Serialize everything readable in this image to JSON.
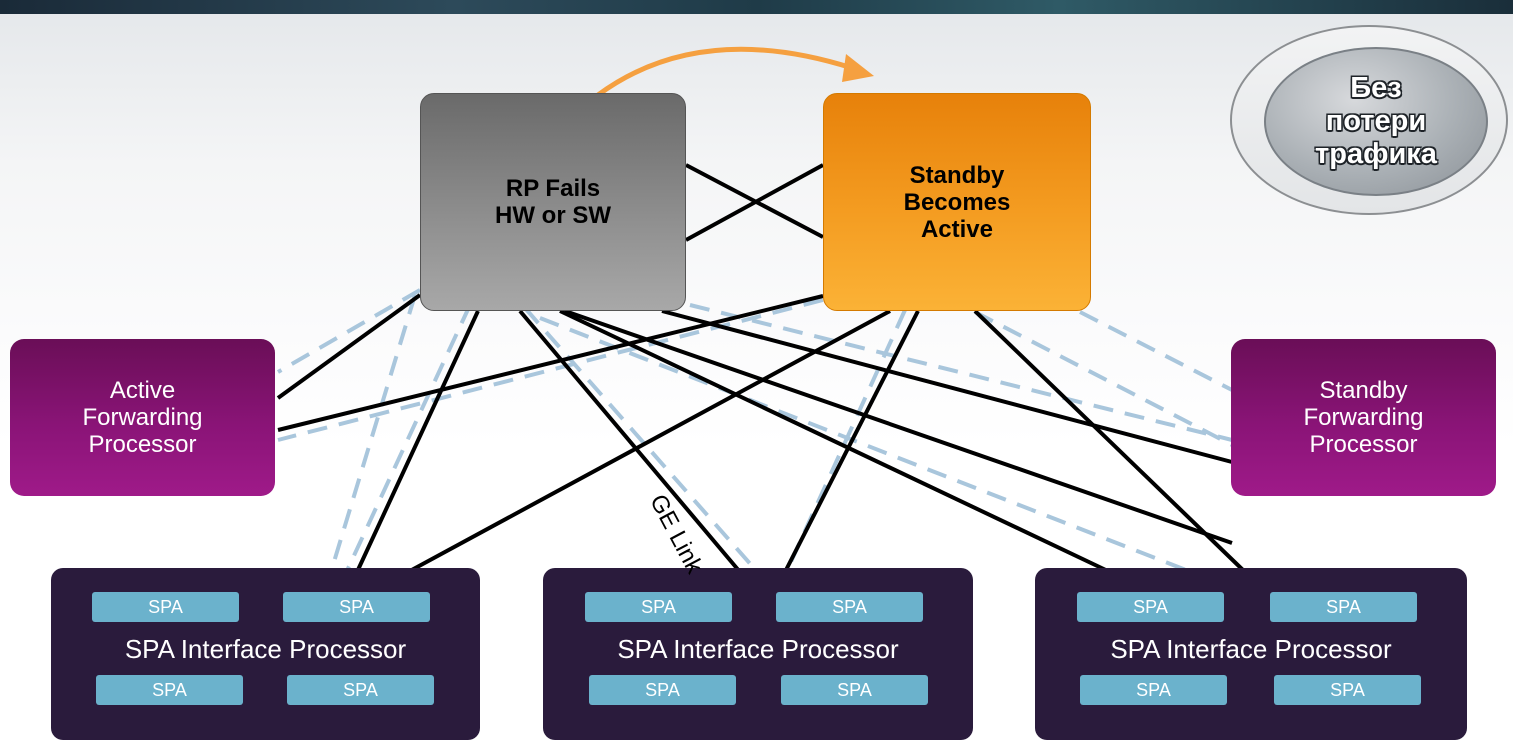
{
  "rp_failed": {
    "line1": "RP Fails",
    "line2": "HW or SW"
  },
  "rp_standby": {
    "line1": "Standby",
    "line2": "Becomes",
    "line3": "Active"
  },
  "fp_active": {
    "line1": "Active",
    "line2": "Forwarding",
    "line3": "Processor"
  },
  "fp_standby": {
    "line1": "Standby",
    "line2": "Forwarding",
    "line3": "Processor"
  },
  "sip_label": "SPA Interface Processor",
  "spa_label": "SPA",
  "link_label": "GE Link",
  "badge": {
    "line1": "Без",
    "line2": "потери",
    "line3": "трафика"
  },
  "colors": {
    "failed_rp": "#8a8a8a",
    "standby_rp": "#f39a1f",
    "forwarding_processor": "#8a1477",
    "sip": "#2a1b3c",
    "spa": "#6bb2cc",
    "failover_arrow": "#f5a040",
    "active_link": "#000000",
    "standby_link": "#a9c6dc"
  }
}
